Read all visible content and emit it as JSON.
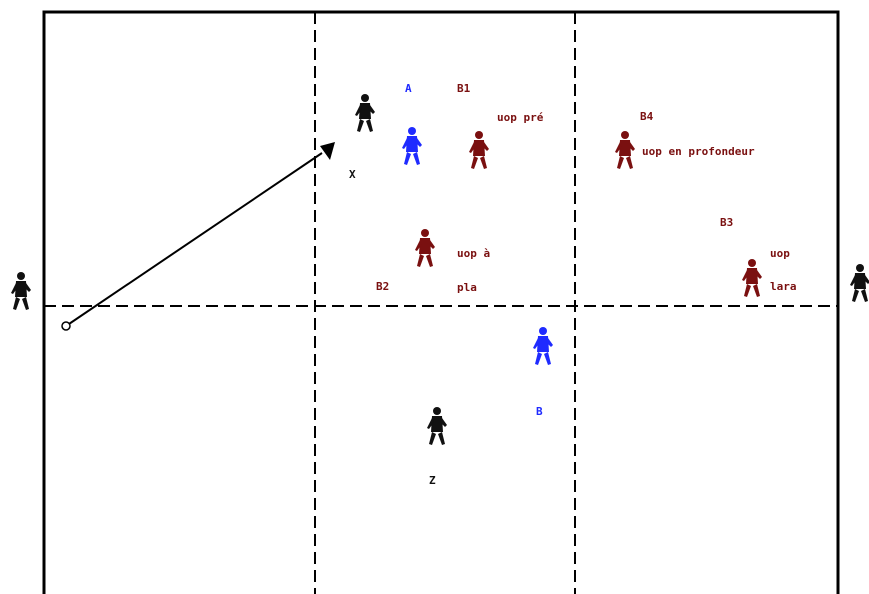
{
  "colors": {
    "background": "#ffffff",
    "lines": "#000000",
    "team_blue": "#1f2bff",
    "team_red": "#7a1010",
    "team_black": "#111111"
  },
  "labels": {
    "player_a": "A",
    "player_b": "B",
    "player_x": "X",
    "player_z": "Z",
    "b1": "B1",
    "b2": "B2",
    "b3": "B3",
    "b4": "B4",
    "b1_note": "uop pré",
    "b2_note_line1": "uop à",
    "b2_note_line2": "pla",
    "b3_note_line1": "uop",
    "b3_note_line2": "lara",
    "b4_note": "uop en profondeur"
  },
  "icons": {
    "player_figure": "player-figure-icon",
    "pass_arrow": "arrowhead-icon",
    "ball": "ball-icon"
  }
}
